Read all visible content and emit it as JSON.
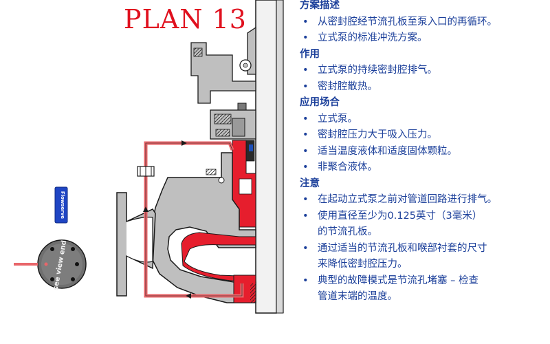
{
  "plan_title": "PLAN 13",
  "sections": [
    {
      "heading": "方案描述",
      "items": [
        [
          "从密封腔经节流孔板至泵入口的再循环。"
        ],
        [
          "立式泵的标准冲洗方案。"
        ]
      ]
    },
    {
      "heading": "作用",
      "items": [
        [
          "立式泵的持续密封腔排气。"
        ],
        [
          "密封腔散热。"
        ]
      ]
    },
    {
      "heading": "应用场合",
      "items": [
        [
          "立式泵。"
        ],
        [
          "密封腔压力大于吸入压力。"
        ],
        [
          "适当温度液体和适度固体颗粒。"
        ],
        [
          "非聚合液体。"
        ]
      ]
    },
    {
      "heading": "注意",
      "items": [
        [
          "在起动立式泵之前对管道回路进行排气。"
        ],
        [
          "使用直径至少为0.125英寸（3毫米）",
          "的节流孔板。"
        ],
        [
          "通过适当的节流孔板和喉部衬套的尺寸",
          "来降低密封腔压力。"
        ],
        [
          "典型的故障模式是节流孔堵塞 – 检查",
          "管道末端的温度。"
        ]
      ]
    }
  ],
  "diagram": {
    "orifice_label": "see view end",
    "tag_label": "Flowserve",
    "colors": {
      "flush_line": "#e8666a",
      "seal_chamber": "#e61e2d",
      "body_fill": "#bfbfbf",
      "outline": "#1a1a1a",
      "text": "#1b3f9a",
      "title": "#e0101e"
    }
  }
}
